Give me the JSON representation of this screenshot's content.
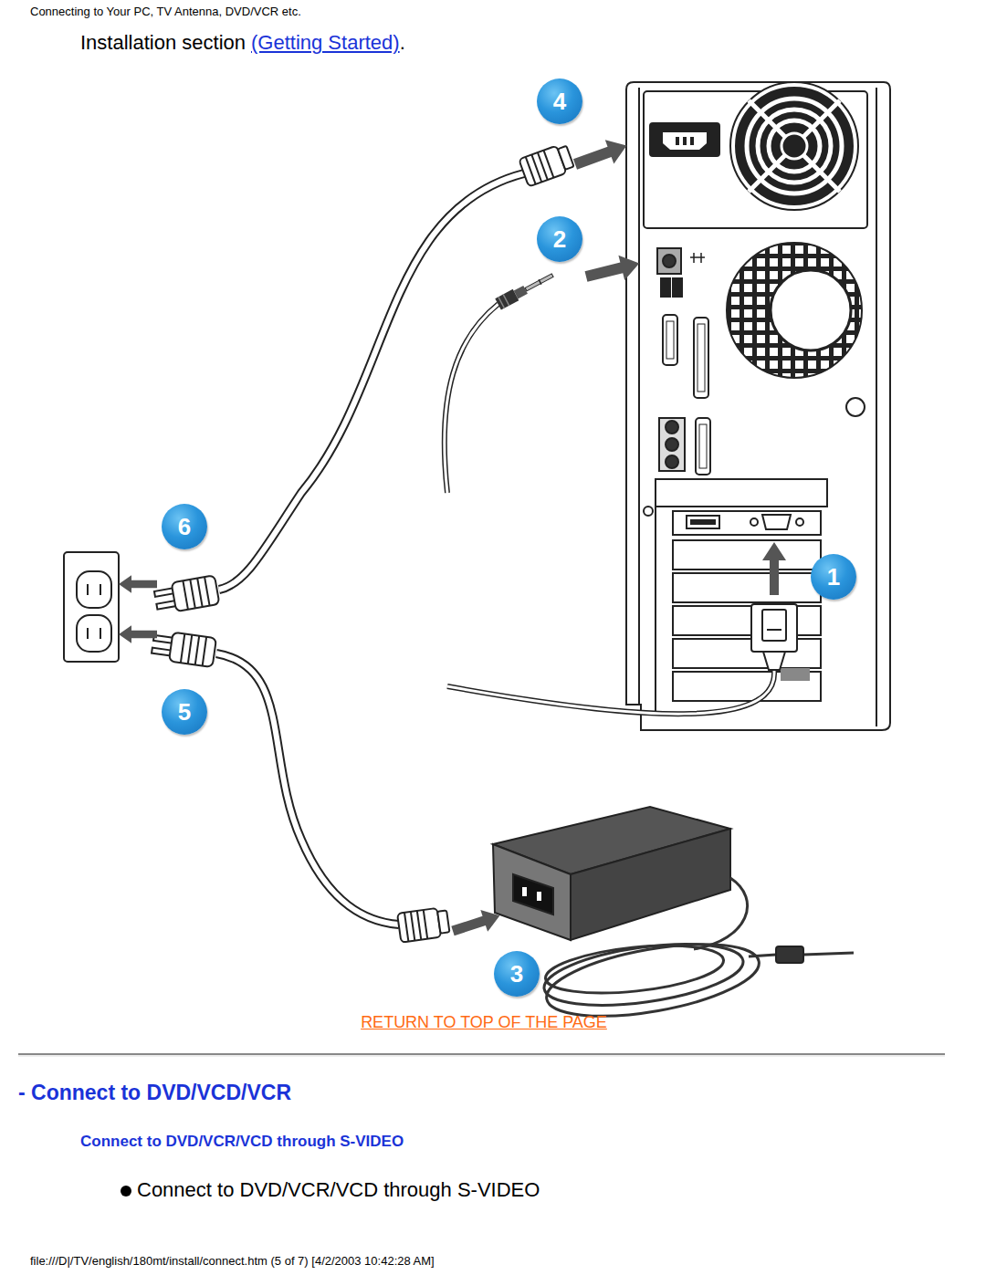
{
  "diagram": {
    "nodes": [
      {
        "text": [
          "4"
        ]
      },
      {
        "text": [
          "2"
        ]
      },
      {
        "text": [
          "6"
        ]
      },
      {
        "text": [
          "1"
        ]
      },
      {
        "text": [
          "5"
        ]
      },
      {
        "text": [
          "3"
        ]
      }
    ],
    "labels": [
      "Connecting to Your PC, TV Antenna, DVD/VCR etc.",
      "Installation section",
      "(Getting Started)",
      ".",
      "RETURN TO TOP OF THE PAGE",
      "- Connect to DVD/VCD/VCR",
      "Connect to DVD/VCR/VCD through S-VIDEO",
      "Connect to DVD/VCR/VCD through S-VIDEO",
      "file:///D|/TV/english/180mt/install/connect.htm (5 of 7) [4/2/2003 10:42:28 AM]"
    ]
  }
}
